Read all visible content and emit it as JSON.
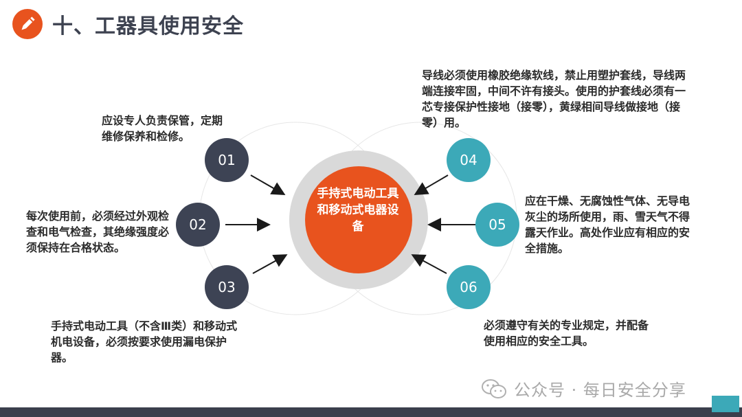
{
  "title": "十、工器具使用安全",
  "center": {
    "label": "手持式电动工具和移动式电器设备",
    "color": "#e8531e",
    "ring_color": "#d9d9d9"
  },
  "colors": {
    "dark_node": "#3d4354",
    "teal_node": "#3ca9b8",
    "accent": "#e8531e"
  },
  "items": [
    {
      "num": "01",
      "text": "应设专人负责保管，定期维修保养和检修。"
    },
    {
      "num": "02",
      "text": "每次使用前，必须经过外观检查和电气检查，其绝缘强度必须保持在合格状态。"
    },
    {
      "num": "03",
      "text": "手持式电动工具（不含Ⅲ类）和移动式机电设备，必须按要求使用漏电保护器。"
    },
    {
      "num": "04",
      "text": "导线必须使用橡胶绝缘软线，禁止用塑护套线，导线两端连接牢固，中间不许有接头。使用的护套线必须有一芯专接保护性接地（接零），黄绿相间导线做接地（接零）用。"
    },
    {
      "num": "05",
      "text": "应在干燥、无腐蚀性气体、无导电灰尘的场所使用，雨、雪天气不得露天作业。高处作业应有相应的安全措施。"
    },
    {
      "num": "06",
      "text": "必须遵守有关的专业规定，并配备使用相应的安全工具。"
    }
  ],
  "watermark": "公众号 · 每日安全分享",
  "icons": {
    "logo": "pencil-icon",
    "watermark": "wechat-icon"
  }
}
